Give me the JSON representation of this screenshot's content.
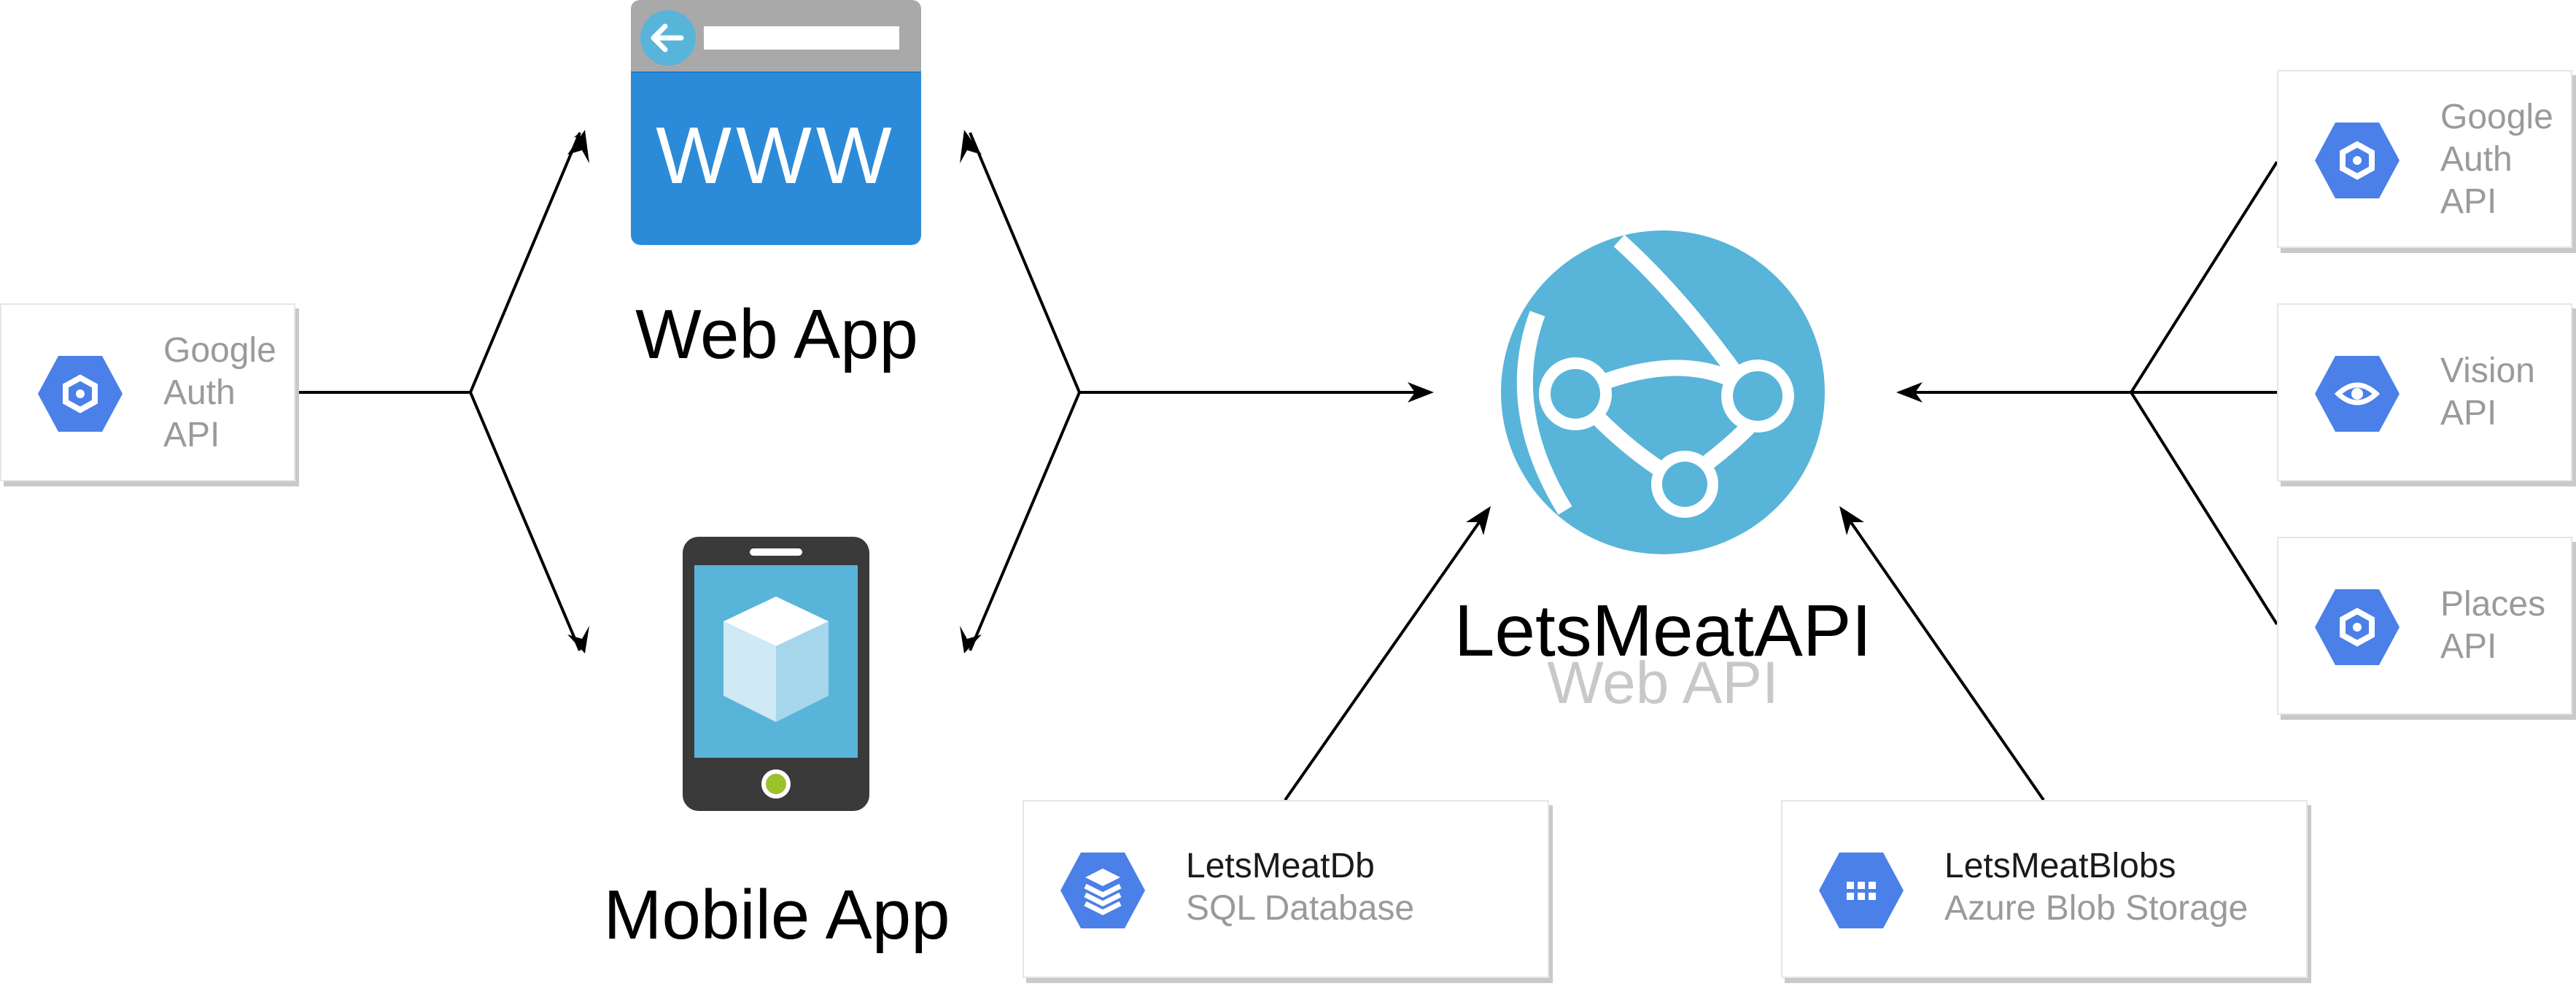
{
  "nodes": {
    "google_auth_left": {
      "line1": "Google",
      "line2": "Auth",
      "line3": "API"
    },
    "web_app": {
      "label": "Web App",
      "icon_text": "WWW"
    },
    "mobile_app": {
      "label": "Mobile App"
    },
    "letsmeat_api": {
      "title": "LetsMeatAPI",
      "subtitle": "Web API"
    },
    "google_auth_right": {
      "line1": "Google",
      "line2": "Auth",
      "line3": "API"
    },
    "vision_api": {
      "line1": "Vision",
      "line2": "API"
    },
    "places_api": {
      "line1": "Places",
      "line2": "API"
    },
    "letsmeat_db": {
      "title": "LetsMeatDb",
      "subtitle": "SQL Database"
    },
    "letsmeat_blobs": {
      "title": "LetsMeatBlobs",
      "subtitle": "Azure Blob Storage"
    }
  },
  "colors": {
    "gcp_blue": "#4a80e8",
    "azure_light": "#59b4d9",
    "web_blue": "#1a7cd0",
    "device_dark": "#3a3a3a",
    "arrow": "#000000",
    "caption_gray": "#9a9a9a"
  },
  "icons": {
    "google_auth": "gcp-hexagon-icon",
    "vision": "gcp-vision-icon",
    "places": "gcp-hexagon-icon",
    "sql_database": "gcp-sql-database-icon",
    "blob_storage": "gcp-storage-grid-icon",
    "web_app": "browser-www-icon",
    "mobile_app": "mobile-device-icon",
    "web_api": "azure-globe-icon"
  }
}
